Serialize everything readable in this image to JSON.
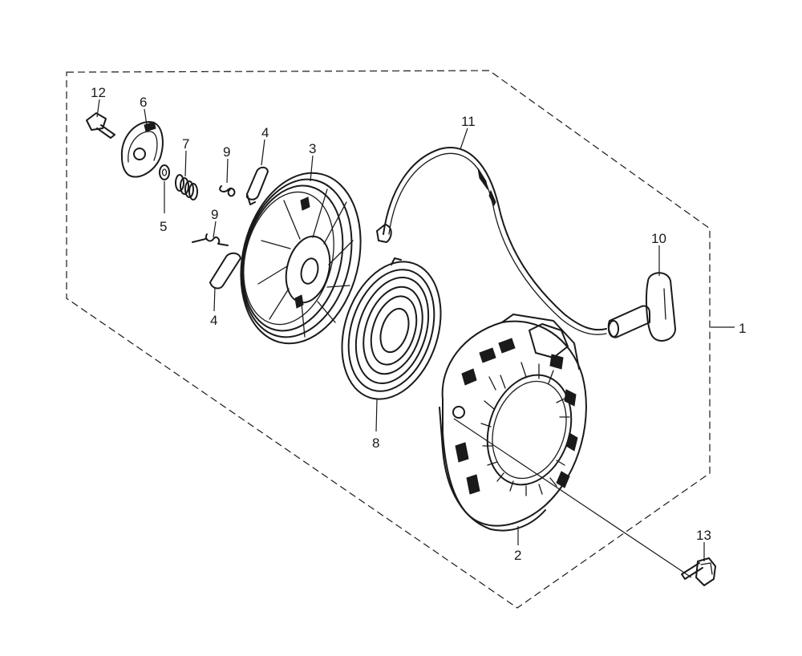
{
  "callouts": [
    {
      "id": "c1",
      "text": "1"
    },
    {
      "id": "c2",
      "text": "2"
    },
    {
      "id": "c3",
      "text": "3"
    },
    {
      "id": "c4a",
      "text": "4"
    },
    {
      "id": "c4b",
      "text": "4"
    },
    {
      "id": "c5",
      "text": "5"
    },
    {
      "id": "c6",
      "text": "6"
    },
    {
      "id": "c7",
      "text": "7"
    },
    {
      "id": "c8",
      "text": "8"
    },
    {
      "id": "c9a",
      "text": "9"
    },
    {
      "id": "c9b",
      "text": "9"
    },
    {
      "id": "c10",
      "text": "10"
    },
    {
      "id": "c11",
      "text": "11"
    },
    {
      "id": "c12",
      "text": "12"
    },
    {
      "id": "c13",
      "text": "13"
    }
  ]
}
